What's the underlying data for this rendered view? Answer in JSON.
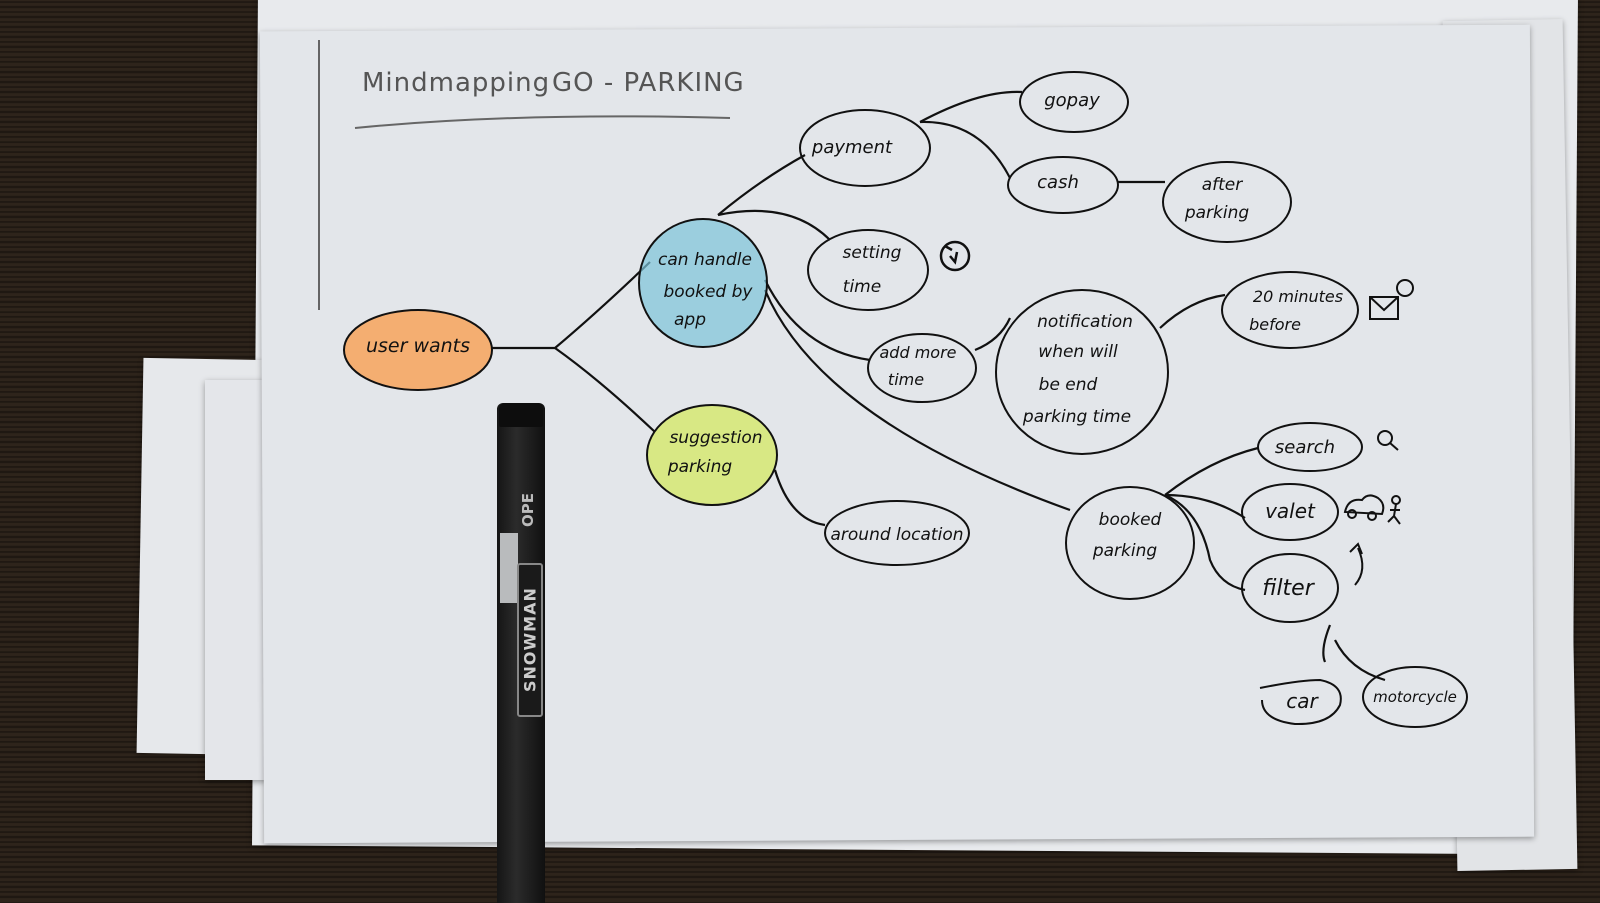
{
  "title": {
    "left": "Mindmapping",
    "right": "GO - PARKING"
  },
  "colors": {
    "root_fill": "#f7a35c",
    "app_fill": "#7cc3d8",
    "suggestion_fill": "#d4e86a",
    "ink": "#111111",
    "paper": "#e4e7eb",
    "background": "#2a2119"
  },
  "mindmap": {
    "root": {
      "label": "user wants"
    },
    "nodes": {
      "app": {
        "lines": [
          "can handle",
          "booked by",
          "app"
        ]
      },
      "suggestion": {
        "lines": [
          "suggestion",
          "parking"
        ]
      },
      "around": {
        "lines": [
          "around location"
        ]
      },
      "payment": {
        "lines": [
          "payment"
        ]
      },
      "gopay": {
        "lines": [
          "gopay"
        ]
      },
      "cash": {
        "lines": [
          "cash"
        ]
      },
      "after": {
        "lines": [
          "after",
          "parking"
        ]
      },
      "setting": {
        "lines": [
          "setting",
          "time"
        ]
      },
      "addmore": {
        "lines": [
          "add more",
          "time"
        ]
      },
      "notif": {
        "lines": [
          "notification",
          "when will",
          "be end",
          "parking time"
        ]
      },
      "twenty": {
        "lines": [
          "20 minutes",
          "before"
        ]
      },
      "booked": {
        "lines": [
          "booked",
          "parking"
        ]
      },
      "search": {
        "lines": [
          "search"
        ]
      },
      "valet": {
        "lines": [
          "valet"
        ]
      },
      "filter": {
        "lines": [
          "filter"
        ]
      },
      "car": {
        "lines": [
          "car"
        ]
      },
      "motor": {
        "lines": [
          "motorcycle"
        ]
      }
    },
    "icons": [
      "timer-icon",
      "mail-notification-icon",
      "search-icon",
      "valet-car-person-icon",
      "arrow-icon"
    ]
  },
  "pen": {
    "brand": "SNOWMAN",
    "model": "OPE"
  }
}
